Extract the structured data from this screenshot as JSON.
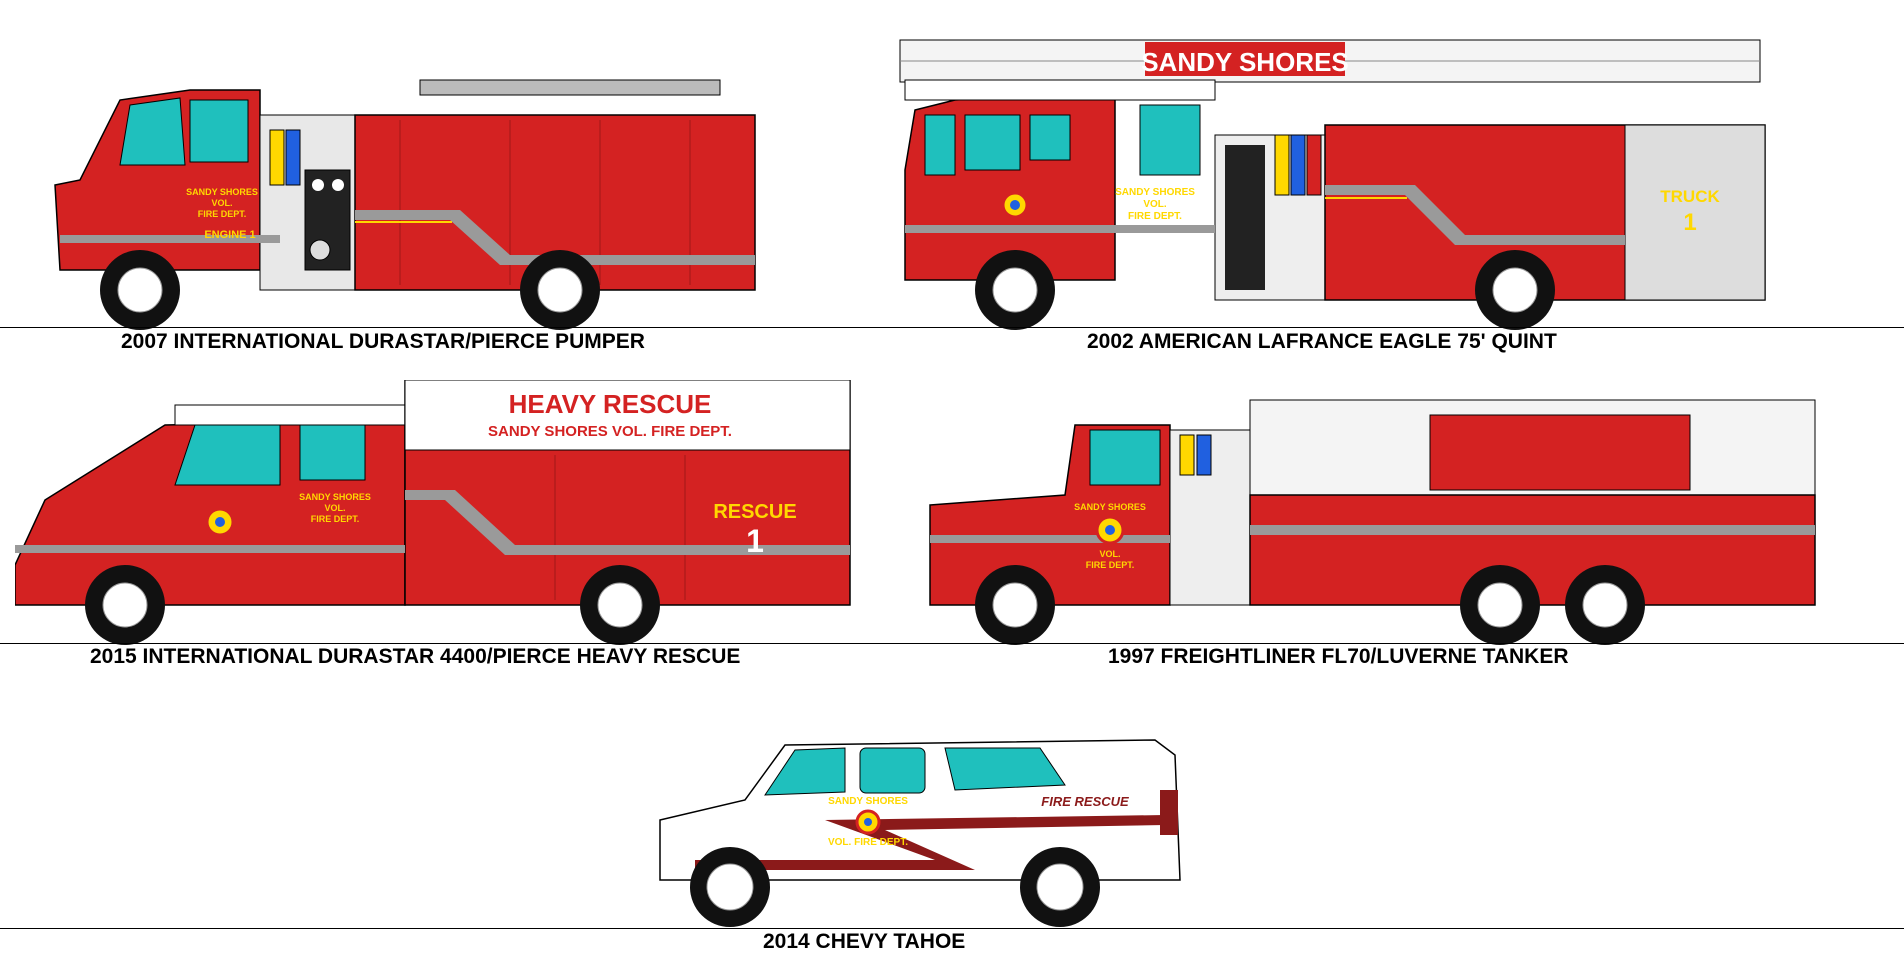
{
  "colors": {
    "body_red": "#d42222",
    "dark_red": "#a01818",
    "stripe_gray": "#9a9a9a",
    "stripe_yellow": "#ffd800",
    "glass_teal": "#1fc0bd",
    "maroon": "#8b1a1a",
    "white": "#ffffff",
    "tire": "#111111"
  },
  "vehicles": [
    {
      "id": "pumper",
      "caption": "2007 INTERNATIONAL DURASTAR/PIERCE PUMPER",
      "door_text": [
        "SANDY SHORES",
        "VOL.",
        "FIRE DEPT."
      ],
      "unit_label": "ENGINE 1",
      "icons": [
        "fire-department-emblem-icon"
      ]
    },
    {
      "id": "quint",
      "caption": "2002 AMERICAN LAFRANCE EAGLE 75' QUINT",
      "ladder_text": "SANDY SHORES",
      "door_text": [
        "SANDY SHORES",
        "VOL.",
        "FIRE DEPT."
      ],
      "unit_label": "TRUCK",
      "unit_number": "1",
      "icons": [
        "fire-department-emblem-icon",
        "aerial-ladder-icon"
      ]
    },
    {
      "id": "rescue",
      "caption": "2015 INTERNATIONAL DURASTAR 4400/PIERCE HEAVY RESCUE",
      "box_title": "HEAVY RESCUE",
      "box_subtitle": "SANDY SHORES VOL. FIRE DEPT.",
      "door_text": [
        "SANDY SHORES",
        "VOL.",
        "FIRE DEPT."
      ],
      "unit_label": "RESCUE",
      "unit_number": "1",
      "icons": [
        "fire-department-emblem-icon"
      ]
    },
    {
      "id": "tanker",
      "caption": "1997 FREIGHTLINER FL70/LUVERNE TANKER",
      "door_text": [
        "SANDY SHORES",
        "VOL.",
        "FIRE DEPT."
      ],
      "icons": [
        "fire-department-emblem-icon"
      ]
    },
    {
      "id": "tahoe",
      "caption": "2014 CHEVY TAHOE",
      "door_text": [
        "SANDY SHORES",
        "VOL. FIRE DEPT."
      ],
      "rear_label": "FIRE RESCUE",
      "icons": [
        "fire-department-emblem-icon"
      ]
    }
  ]
}
